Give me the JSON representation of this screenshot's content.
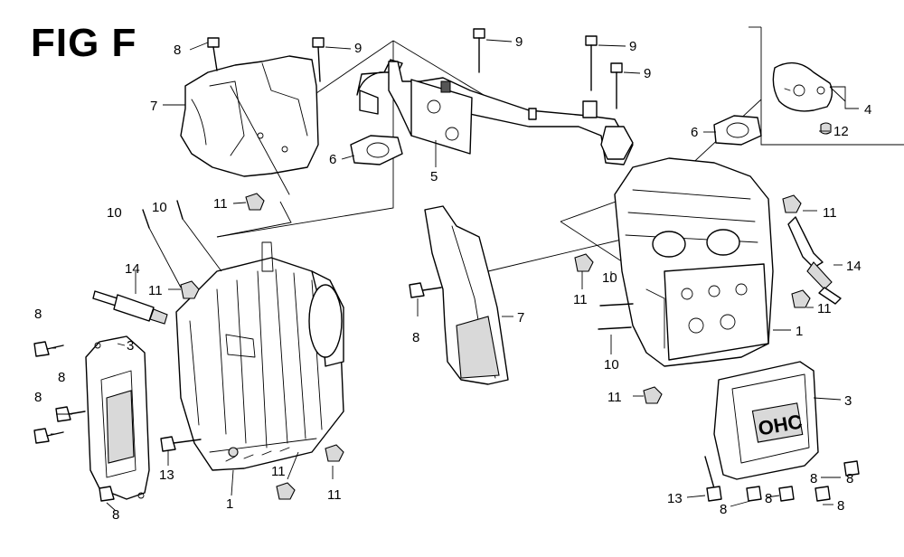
{
  "figure": {
    "title": "FIG F"
  },
  "callouts": [
    {
      "id": "c-8-top",
      "text": "8"
    },
    {
      "id": "c-9-a",
      "text": "9"
    },
    {
      "id": "c-9-b",
      "text": "9"
    },
    {
      "id": "c-9-c",
      "text": "9"
    },
    {
      "id": "c-9-d",
      "text": "9"
    },
    {
      "id": "c-7-left",
      "text": "7"
    },
    {
      "id": "c-6-left",
      "text": "6"
    },
    {
      "id": "c-5",
      "text": "5"
    },
    {
      "id": "c-6-right",
      "text": "6"
    },
    {
      "id": "c-4",
      "text": "4"
    },
    {
      "id": "c-12",
      "text": "12"
    },
    {
      "id": "c-11-top",
      "text": "11"
    },
    {
      "id": "c-10-a",
      "text": "10"
    },
    {
      "id": "c-10-b",
      "text": "10"
    },
    {
      "id": "c-14-left",
      "text": "14"
    },
    {
      "id": "c-11-left",
      "text": "11"
    },
    {
      "id": "c-8-left",
      "text": "8"
    },
    {
      "id": "c-3-left",
      "text": "3"
    },
    {
      "id": "c-8-left-b",
      "text": "8"
    },
    {
      "id": "c-8-left-c",
      "text": "8"
    },
    {
      "id": "c-13-left",
      "text": "13"
    },
    {
      "id": "c-8-bottom-left",
      "text": "8"
    },
    {
      "id": "c-1-left",
      "text": "1"
    },
    {
      "id": "c-11-bottom-a",
      "text": "11"
    },
    {
      "id": "c-11-bottom-b",
      "text": "11"
    },
    {
      "id": "c-8-mid",
      "text": "8"
    },
    {
      "id": "c-7-right",
      "text": "7"
    },
    {
      "id": "c-11-mid",
      "text": "11"
    },
    {
      "id": "c-10-mid-a",
      "text": "10"
    },
    {
      "id": "c-10-mid-b",
      "text": "10"
    },
    {
      "id": "c-11-mid-b",
      "text": "11"
    },
    {
      "id": "c-11-right-top",
      "text": "11"
    },
    {
      "id": "c-14-right",
      "text": "14"
    },
    {
      "id": "c-11-right",
      "text": "11"
    },
    {
      "id": "c-1-right",
      "text": "1"
    },
    {
      "id": "c-3-right",
      "text": "3"
    },
    {
      "id": "c-13-right",
      "text": "13"
    },
    {
      "id": "c-8-br-a",
      "text": "8"
    },
    {
      "id": "c-8-br-b",
      "text": "8"
    },
    {
      "id": "c-8-br-c",
      "text": "8"
    },
    {
      "id": "c-8-br-d",
      "text": "8"
    },
    {
      "id": "c-8-br-e",
      "text": "8"
    }
  ],
  "valve_cover_logo": "OHC"
}
